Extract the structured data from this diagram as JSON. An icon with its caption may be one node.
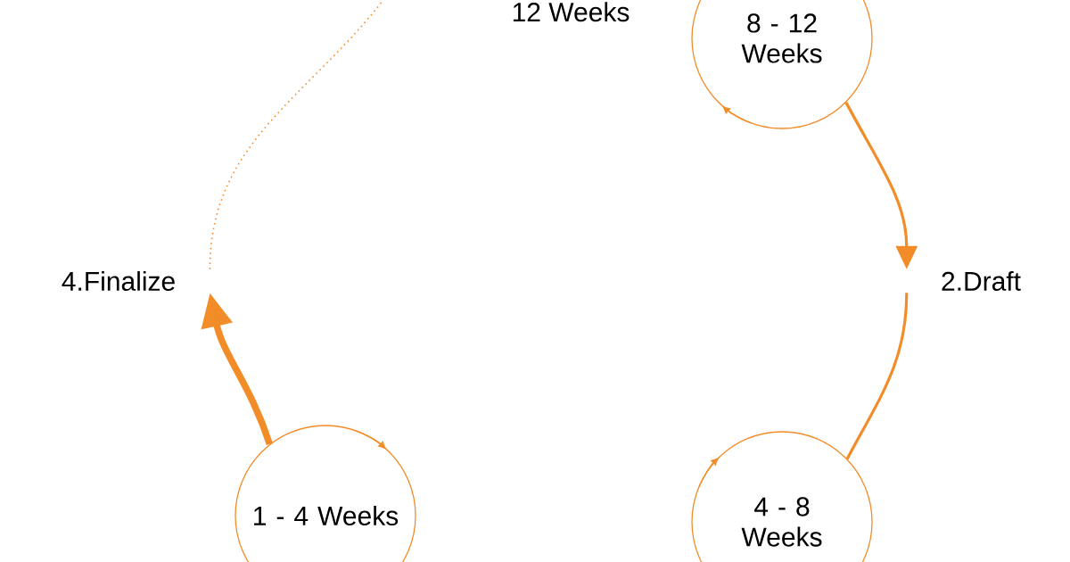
{
  "diagram": {
    "nodes": [
      {
        "text": [
          "8 - 12 Weeks"
        ]
      },
      {
        "text": [
          "2.Draft"
        ]
      },
      {
        "text": [
          "4 - 8 Weeks"
        ]
      },
      {
        "text": [
          "1 - 4 Weeks"
        ]
      },
      {
        "text": [
          "4.Finalize"
        ]
      }
    ],
    "edges": [
      {
        "from": 0,
        "to": 1,
        "arrow": "to"
      },
      {
        "from": 1,
        "to": 2,
        "arrow": "none"
      },
      {
        "from": 3,
        "to": 4,
        "arrow": "to",
        "style": "thick"
      },
      {
        "from": 4,
        "to": null,
        "arrow": "none",
        "style": "dashed"
      }
    ],
    "labels": [
      "12 Weeks"
    ]
  }
}
